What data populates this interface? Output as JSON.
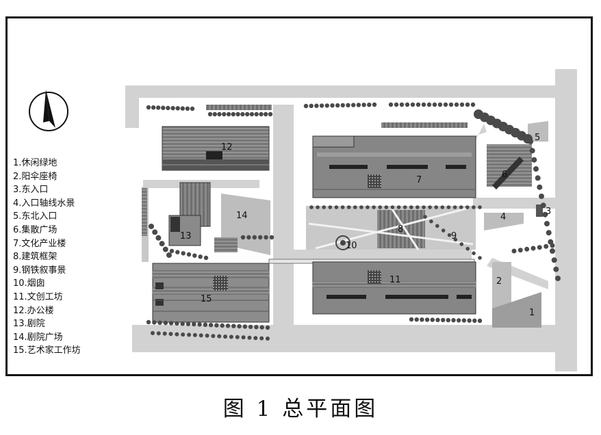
{
  "legend": [
    "1.休闲绿地",
    "2.阳伞座椅",
    "3.东入口",
    "4.入口轴线水景",
    "5.东北入口",
    "6.集散广场",
    "7.文化产业楼",
    "8.建筑框架",
    "9.钢铁叙事景",
    "10.烟囱",
    "11.文创工坊",
    "12.办公楼",
    "13.剧院",
    "14.剧院广场",
    "15.艺术家工作坊"
  ],
  "map_labels": [
    "1",
    "2",
    "3",
    "4",
    "5",
    "6",
    "7",
    "8",
    "9",
    "10",
    "11",
    "12",
    "13",
    "14",
    "15"
  ],
  "caption": "图 1  总平面图",
  "icons": {
    "north_arrow": "north-arrow-icon"
  },
  "colors": {
    "road": "#d2d2d2",
    "building": "#7a7a7a",
    "roof_dark": "#505050",
    "tree": "#4a4a4a",
    "plaza": "#bdbdbd"
  }
}
